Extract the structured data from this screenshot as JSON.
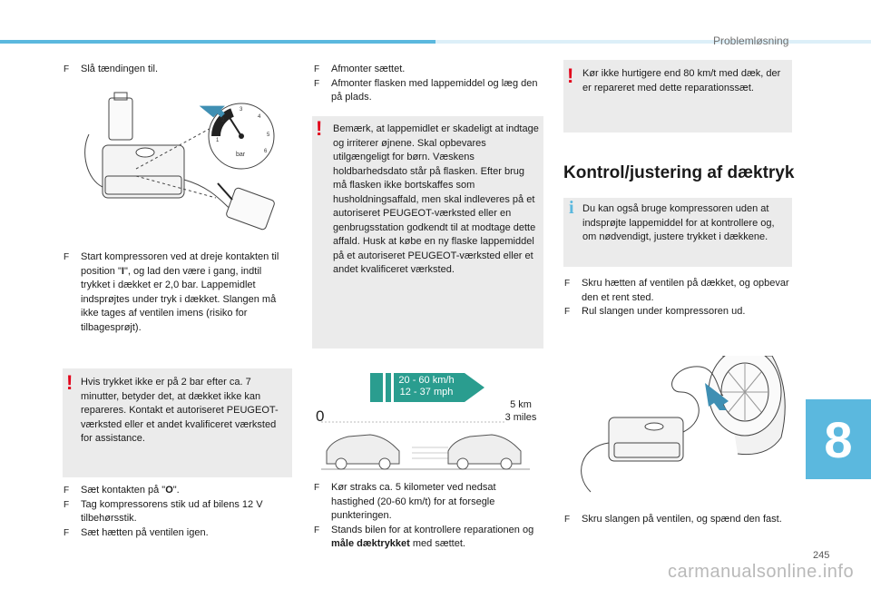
{
  "header": {
    "section_title": "Problemløsning",
    "chapter_number": "8",
    "page_number": "245"
  },
  "watermark": "carmanualsonline.info",
  "col1": {
    "step1": "Slå tændingen til.",
    "step2_pre": "Start kompressoren ved at dreje kontakten til position \"",
    "step2_bold": "I",
    "step2_post": "\", og lad den være i gang, indtil trykket i dækket er 2,0 bar. Lappemidlet indsprøjtes under tryk i dækket. Slangen må ikke tages af ventilen imens (risiko for tilbagesprøjt).",
    "warning": "Hvis trykket ikke er på 2 bar efter ca. 7 minutter, betyder det, at dækket ikke kan repareres. Kontakt et autoriseret PEUGEOT-værksted eller et andet kvalificeret værksted for assistance.",
    "step3_pre": "Sæt kontakten på \"",
    "step3_bold": "O",
    "step3_post": "\".",
    "step4": "Tag kompressorens stik ud af bilens 12 V tilbehørsstik.",
    "step5": "Sæt hætten på ventilen igen.",
    "gauge_unit": "bar"
  },
  "col2": {
    "step1": "Afmonter sættet.",
    "step2": "Afmonter flasken med lappemiddel og læg den på plads.",
    "warning": "Bemærk, at lappemidlet er skadeligt at indtage og irriterer øjnene. Skal opbevares utilgængeligt for børn. Væskens holdbarhedsdato står på flasken. Efter brug må flasken ikke bortskaffes som husholdningsaffald, men skal indleveres på et autoriseret PEUGEOT-værksted eller en genbrugsstation godkendt til at modtage dette affald. Husk at købe en ny flaske lappemiddel på et autoriseret PEUGEOT-værksted eller et andet kvalificeret værksted.",
    "speed_kmh": "20 - 60 km/h",
    "speed_mph": "12 - 37 mph",
    "dist_start": "0",
    "dist_km": "5 km",
    "dist_miles": "3 miles",
    "step3": "Kør straks ca. 5 kilometer ved nedsat hastighed (20-60 km/t) for at forsegle punkteringen.",
    "step4_pre": "Stands bilen for at kontrollere reparationen og ",
    "step4_bold": "måle dæktrykket",
    "step4_post": " med sættet."
  },
  "col3": {
    "warning": "Kør ikke hurtigere end 80 km/t med dæk, der er repareret med dette reparationssæt.",
    "heading": "Kontrol/justering af dæktryk",
    "info": "Du kan også bruge kompressoren uden at indsprøjte lappemiddel for at kontrollere og, om nødvendigt, justere trykket i dækkene.",
    "step1": "Skru hætten af ventilen på dækket, og opbevar den et rent sted.",
    "step2": "Rul slangen under kompressoren ud.",
    "step3": "Skru slangen på ventilen, og spænd den fast."
  },
  "colors": {
    "accent_blue": "#5bb8de",
    "warning_red": "#e2001a",
    "speed_teal": "#2a9d8f",
    "box_grey": "#ebebeb"
  },
  "icons": {
    "bullet": "checkbox-bullet-icon",
    "warning": "warning-exclamation-icon",
    "info": "info-i-icon"
  }
}
